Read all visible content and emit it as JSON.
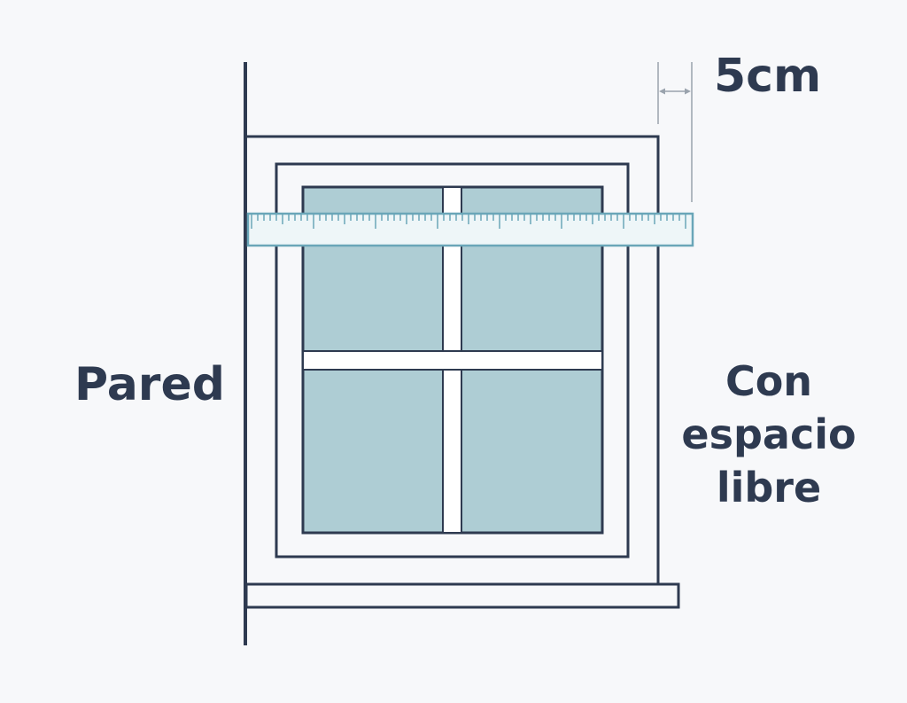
{
  "labels": {
    "dimension": "5cm",
    "wall": "Pared",
    "clearance": [
      "Con",
      "espacio",
      "libre"
    ]
  },
  "colors": {
    "background": "#f7f8fa",
    "line": "#2e3a50",
    "glass": "#aecdd4",
    "ruler_fill": "#eef6f8",
    "ruler_stroke": "#6aa6b8",
    "text": "#2e3a50"
  }
}
